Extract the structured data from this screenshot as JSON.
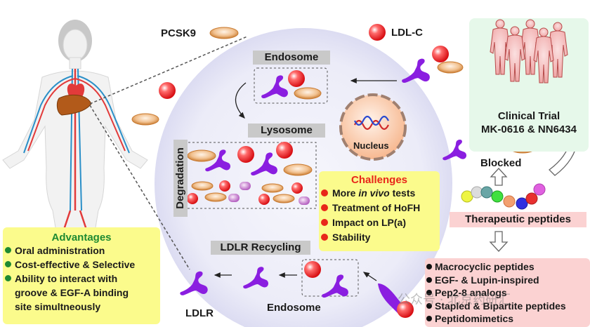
{
  "labels": {
    "pcsk9": "PCSK9",
    "ldlc": "LDL-C",
    "endosome_top": "Endosome",
    "lysosome": "Lysosome",
    "degradation": "Degradation",
    "nucleus": "Nucleus",
    "blocked": "Blocked",
    "ldlr_recycling": "LDLR Recycling",
    "ldlr": "LDLR",
    "endosome_bottom": "Endosome",
    "therapeutic_peptides": "Therapeutic peptides"
  },
  "clinical_trial": {
    "title": "Clinical Trial",
    "drugs": "MK-0616 & NN6434"
  },
  "advantages": {
    "title": "Advantages",
    "items": [
      "Oral administration",
      "Cost-effective & Selective",
      "Ability to interact with",
      "groove & EGF-A binding",
      "site simultneously"
    ]
  },
  "challenges": {
    "title": "Challenges",
    "items": [
      {
        "pre": "More ",
        "italic": "in vivo",
        "post": " tests"
      },
      {
        "pre": "Treatment of HoFH",
        "italic": "",
        "post": ""
      },
      {
        "pre": "Impact on LP(a)",
        "italic": "",
        "post": ""
      },
      {
        "pre": "Stability",
        "italic": "",
        "post": ""
      }
    ]
  },
  "peptide_types": [
    "Macrocyclic peptides",
    "EGF- & Lupin-inspired",
    "Pep2-8 analogs",
    "Stapled & Bipartite peptides",
    "Peptidomimetics"
  ],
  "watermark": "公众号 · 北京药研汇",
  "colors": {
    "ldlr_receptor": "#8a1ee0",
    "ldl_particle": "#e8262a",
    "pcsk9_particle": "#d98a3c",
    "advantages_bg": "#fbfb8c",
    "advantages_title": "#1e8a32",
    "challenges_title": "#e8261a",
    "peptides_bg": "#fbd2d2",
    "cell_bg": "#ececf8",
    "clinical_bg": "#e6f8ea"
  }
}
